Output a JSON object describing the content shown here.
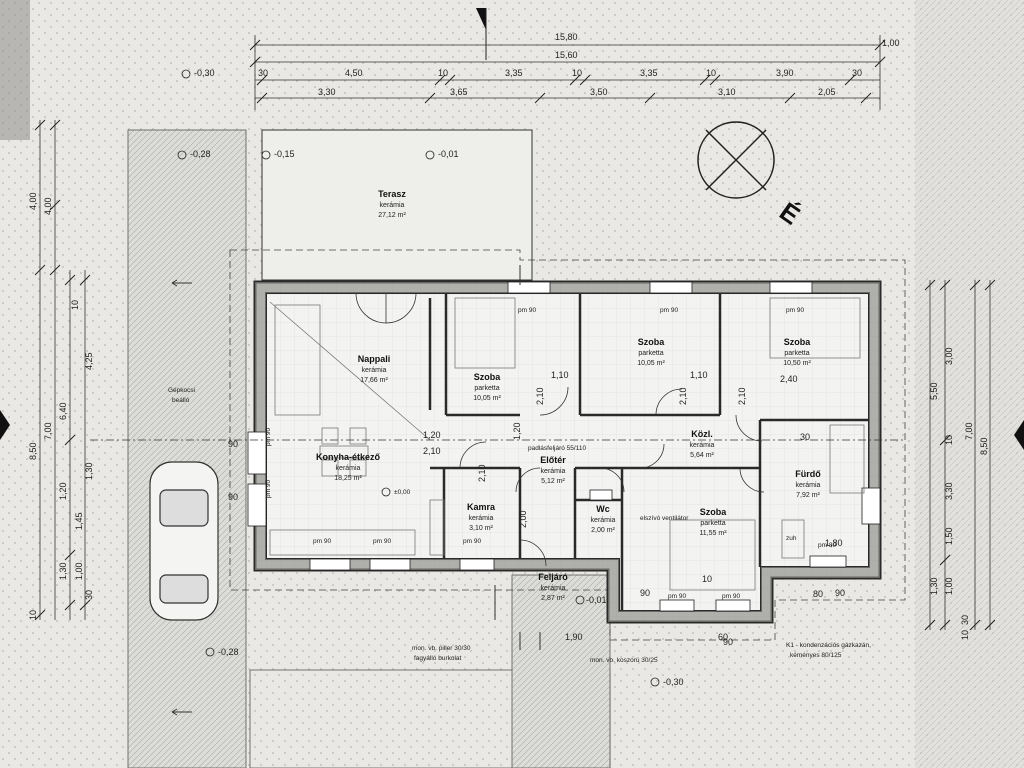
{
  "title_dims": {
    "total_outer": "15,80",
    "extra": "1,00",
    "total_inner": "15,60",
    "row2": [
      "30",
      "4,50",
      "10",
      "3,35",
      "10",
      "3,35",
      "10",
      "3,90",
      "30"
    ],
    "row3": [
      "3,30",
      "3,65",
      "3,50",
      "3,10",
      "2,05"
    ]
  },
  "levels": {
    "l1": "-0,30",
    "l2": "-0,28",
    "l3": "-0,15",
    "l4": "-0,01",
    "l5": "±0,00",
    "l6": "-0,01",
    "l7": "-0,28",
    "l8": "-0,30"
  },
  "rooms": [
    {
      "key": "terasz",
      "name": "Terasz",
      "floor": "kerámia",
      "area": "27,12 m²"
    },
    {
      "key": "nappali",
      "name": "Nappali",
      "floor": "kerámia",
      "area": "17,66 m²"
    },
    {
      "key": "szoba1",
      "name": "Szoba",
      "floor": "parketta",
      "area": "10,05 m²"
    },
    {
      "key": "szoba2",
      "name": "Szoba",
      "floor": "parketta",
      "area": "10,05 m²"
    },
    {
      "key": "szoba3",
      "name": "Szoba",
      "floor": "parketta",
      "area": "10,50 m²"
    },
    {
      "key": "konyha",
      "name": "Konyha-étkező",
      "floor": "kerámia",
      "area": "18,25 m²"
    },
    {
      "key": "kozl",
      "name": "Közl.",
      "floor": "kerámia",
      "area": "5,64 m²"
    },
    {
      "key": "eloter",
      "name": "Előtér",
      "floor": "kerámia",
      "area": "5,12 m²"
    },
    {
      "key": "kamra",
      "name": "Kamra",
      "floor": "kerámia",
      "area": "3,10 m²"
    },
    {
      "key": "wc",
      "name": "Wc",
      "floor": "kerámia",
      "area": "2,00 m²"
    },
    {
      "key": "szoba4",
      "name": "Szoba",
      "floor": "parketta",
      "area": "11,55 m²"
    },
    {
      "key": "furdo",
      "name": "Fürdő",
      "floor": "kerámia",
      "area": "7,92 m²"
    },
    {
      "key": "feljaro",
      "name": "Feljáró",
      "floor": "kerámia",
      "area": "2,87 m²"
    }
  ],
  "labels": {
    "gepkocsi": "Gépkocsi",
    "beallo": "beálló",
    "padlas": "padlásfeljáró 55/110",
    "ventilator": "elszívó ventilátor",
    "pillar": "mon. vb. piller 30/30",
    "pillar2": "fagyálló burkolat",
    "koszoru": "mon. vb. koszorú 30/25",
    "k1a": "K1 - kondenzációs gázkazán,",
    "k1b": "kéményes 80/125",
    "zuh": "zuh",
    "north": "É"
  },
  "windows": [
    "pm 90",
    "pm 90",
    "pm 90",
    "pm 90",
    "pm 90",
    "pm 90",
    "pm 90",
    "pm 90",
    "pm 80",
    "pm 90",
    "pm 90"
  ],
  "left_dims": [
    "4,00",
    "4,00",
    "10",
    "8,50",
    "7,00",
    "6,40",
    "4,25",
    "1,20",
    "1,30",
    "1,45",
    "1,30",
    "1,00",
    "30",
    "10"
  ],
  "right_dims": [
    "3,00",
    "5,50",
    "7,00",
    "8,50",
    "3,30",
    "1,50",
    "1,30",
    "1,00",
    "30",
    "10",
    "2,40",
    "10"
  ],
  "misc_dims": [
    "1,10",
    "1,10",
    "1,20",
    "2,10",
    "2,10",
    "2,10",
    "1,20",
    "2,00",
    "2,10",
    "2,10",
    "90",
    "90",
    "90",
    "90",
    "1,80",
    "1,90",
    "90",
    "80",
    "60",
    "10",
    "30"
  ]
}
